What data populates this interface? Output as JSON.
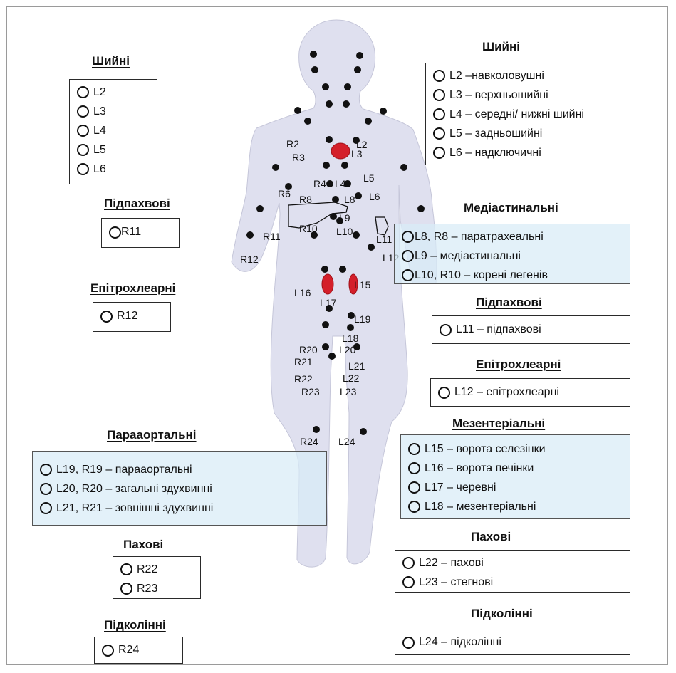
{
  "left_panel": [
    {
      "key": "cervical",
      "title": "Шийні",
      "items": [
        "L2",
        "L3",
        "L4",
        "L5",
        "L6"
      ]
    },
    {
      "key": "axillary",
      "title": "Підпахвові",
      "items": [
        "R11"
      ]
    },
    {
      "key": "epitrochlear",
      "title": "Епітрохлеарні",
      "items": [
        "R12"
      ]
    },
    {
      "key": "paraaortic",
      "title": "Парааортальні",
      "items": [
        "L19, R19 – парааортальні",
        "L20, R20 – загальні здухвинні",
        "L21, R21 – зовнішні здухвинні"
      ]
    },
    {
      "key": "inguinal",
      "title": "Пахові",
      "items": [
        "R22",
        "R23"
      ]
    },
    {
      "key": "popliteal",
      "title": "Підколінні",
      "items": [
        "R24"
      ]
    }
  ],
  "right_panel": [
    {
      "key": "cervical",
      "title": "Шийні",
      "items": [
        "L2 –навколовушні",
        "L3 – верхньошийні",
        "L4 – середні/ нижні шийні",
        "L5 – задньошийні",
        "L6 – надключичні"
      ]
    },
    {
      "key": "mediastinal",
      "title": "Медіастинальні",
      "items": [
        "L8, R8 – паратрахеальні",
        "L9 – медіастинальні",
        "L10, R10 – корені легенів"
      ]
    },
    {
      "key": "axillary",
      "title": "Підпахвові",
      "items": [
        "L11 – підпахвові"
      ]
    },
    {
      "key": "epitrochlear",
      "title": "Епітрохлеарні",
      "items": [
        "L12 – епітрохлеарні"
      ]
    },
    {
      "key": "mesenteric",
      "title": "Мезентеріальні",
      "items": [
        "L15 – ворота селезінки",
        "L16 – ворота печінки",
        "L17 – черевні",
        "L18 – мезентеріальні"
      ]
    },
    {
      "key": "inguinal",
      "title": "Пахові",
      "items": [
        "L22 – пахові",
        "L23 – стегнові"
      ]
    },
    {
      "key": "popliteal",
      "title": "Підколінні",
      "items": [
        "L24 – підколінні"
      ]
    }
  ],
  "body_labels": [
    "R2",
    "L2",
    "R3",
    "L3",
    "R4",
    "L4",
    "L5",
    "L6",
    "R6",
    "R8",
    "L8",
    "L9",
    "R10",
    "L10",
    "R11",
    "L11",
    "L12",
    "R12",
    "L16",
    "L15",
    "L17",
    "L19",
    "L18",
    "R20",
    "L20",
    "R21",
    "L21",
    "R22",
    "L22",
    "R23",
    "L23",
    "R24",
    "L24"
  ],
  "colors": {
    "body": "#dfe0ef",
    "node": "#111111",
    "organ": "#d41f2a",
    "box_tint": "#d8ecf6"
  }
}
